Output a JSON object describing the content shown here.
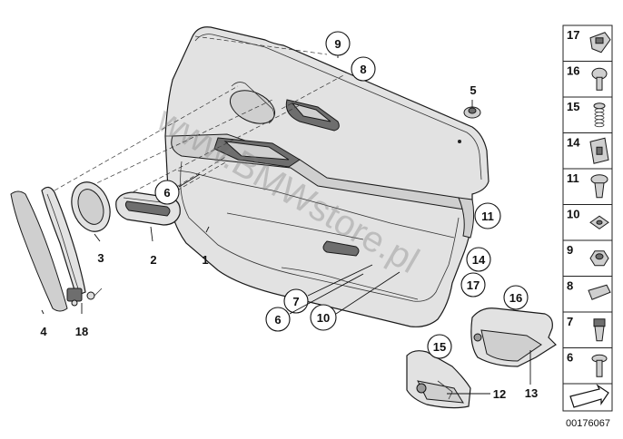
{
  "callouts": [
    {
      "id": "c1",
      "text": "1"
    },
    {
      "id": "c2",
      "text": "2"
    },
    {
      "id": "c3",
      "text": "3"
    },
    {
      "id": "c4",
      "text": "4"
    },
    {
      "id": "c5",
      "text": "5"
    },
    {
      "id": "c6a",
      "text": "6"
    },
    {
      "id": "c6b",
      "text": "6"
    },
    {
      "id": "c7",
      "text": "7"
    },
    {
      "id": "c8",
      "text": "8"
    },
    {
      "id": "c9",
      "text": "9"
    },
    {
      "id": "c10",
      "text": "10"
    },
    {
      "id": "c11",
      "text": "11"
    },
    {
      "id": "c12",
      "text": "12"
    },
    {
      "id": "c13",
      "text": "13"
    },
    {
      "id": "c14",
      "text": "14"
    },
    {
      "id": "c15",
      "text": "15"
    },
    {
      "id": "c16",
      "text": "16"
    },
    {
      "id": "c17",
      "text": "17"
    },
    {
      "id": "c18",
      "text": "18"
    }
  ],
  "sidebar": {
    "items": [
      {
        "number": "17",
        "icon": "clip-nut-icon"
      },
      {
        "number": "16",
        "icon": "screw-icon"
      },
      {
        "number": "15",
        "icon": "spring-screw-icon"
      },
      {
        "number": "14",
        "icon": "bracket-clip-icon"
      },
      {
        "number": "11",
        "icon": "expanding-rivet-icon"
      },
      {
        "number": "10",
        "icon": "square-nut-icon"
      },
      {
        "number": "9",
        "icon": "hex-nut-icon"
      },
      {
        "number": "8",
        "icon": "strip-clip-icon"
      },
      {
        "number": "7",
        "icon": "push-clip-icon"
      },
      {
        "number": "6",
        "icon": "washer-screw-icon"
      }
    ]
  },
  "watermark": "www.BMWstore.pl",
  "diagram_code": "00176067"
}
